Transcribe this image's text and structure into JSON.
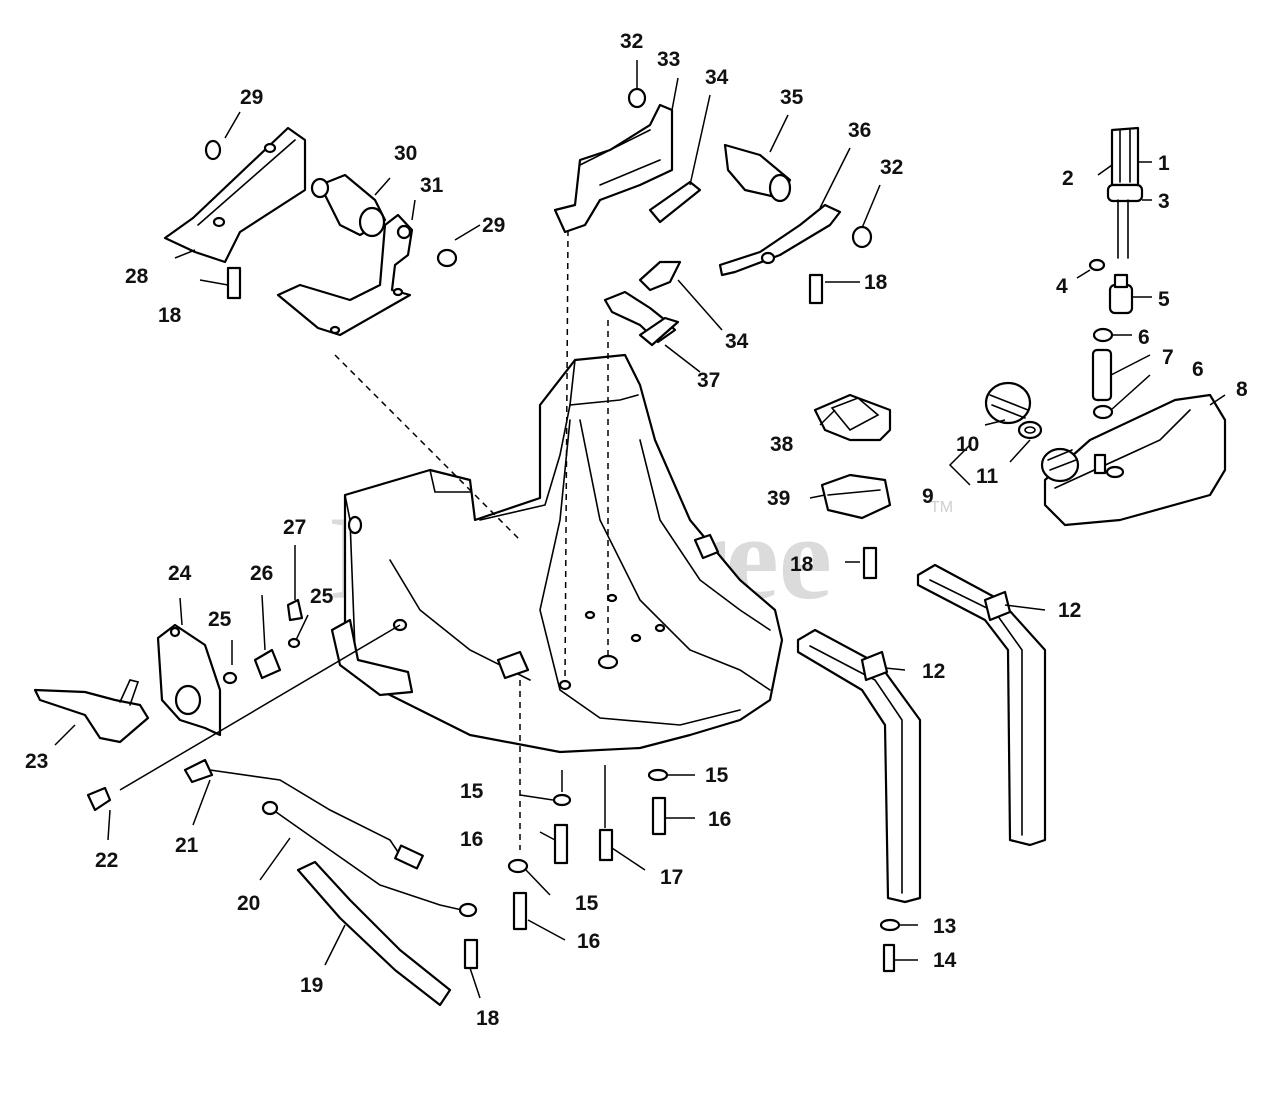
{
  "watermark": {
    "text": "PartsTree",
    "trademark": "TM"
  },
  "callouts": [
    {
      "id": "c1",
      "label": "1"
    },
    {
      "id": "c2",
      "label": "2"
    },
    {
      "id": "c3",
      "label": "3"
    },
    {
      "id": "c4",
      "label": "4"
    },
    {
      "id": "c5",
      "label": "5"
    },
    {
      "id": "c6a",
      "label": "6"
    },
    {
      "id": "c6b",
      "label": "6"
    },
    {
      "id": "c7",
      "label": "7"
    },
    {
      "id": "c8",
      "label": "8"
    },
    {
      "id": "c9",
      "label": "9"
    },
    {
      "id": "c10",
      "label": "10"
    },
    {
      "id": "c11",
      "label": "11"
    },
    {
      "id": "c12a",
      "label": "12"
    },
    {
      "id": "c12b",
      "label": "12"
    },
    {
      "id": "c13",
      "label": "13"
    },
    {
      "id": "c14",
      "label": "14"
    },
    {
      "id": "c15a",
      "label": "15"
    },
    {
      "id": "c15b",
      "label": "15"
    },
    {
      "id": "c15c",
      "label": "15"
    },
    {
      "id": "c16a",
      "label": "16"
    },
    {
      "id": "c16b",
      "label": "16"
    },
    {
      "id": "c16c",
      "label": "16"
    },
    {
      "id": "c17",
      "label": "17"
    },
    {
      "id": "c18a",
      "label": "18"
    },
    {
      "id": "c18b",
      "label": "18"
    },
    {
      "id": "c18c",
      "label": "18"
    },
    {
      "id": "c18d",
      "label": "18"
    },
    {
      "id": "c19",
      "label": "19"
    },
    {
      "id": "c20",
      "label": "20"
    },
    {
      "id": "c21",
      "label": "21"
    },
    {
      "id": "c22",
      "label": "22"
    },
    {
      "id": "c23",
      "label": "23"
    },
    {
      "id": "c24",
      "label": "24"
    },
    {
      "id": "c25a",
      "label": "25"
    },
    {
      "id": "c25b",
      "label": "25"
    },
    {
      "id": "c26",
      "label": "26"
    },
    {
      "id": "c27",
      "label": "27"
    },
    {
      "id": "c28",
      "label": "28"
    },
    {
      "id": "c29a",
      "label": "29"
    },
    {
      "id": "c29b",
      "label": "29"
    },
    {
      "id": "c30",
      "label": "30"
    },
    {
      "id": "c31",
      "label": "31"
    },
    {
      "id": "c32a",
      "label": "32"
    },
    {
      "id": "c32b",
      "label": "32"
    },
    {
      "id": "c33",
      "label": "33"
    },
    {
      "id": "c34a",
      "label": "34"
    },
    {
      "id": "c34b",
      "label": "34"
    },
    {
      "id": "c35",
      "label": "35"
    },
    {
      "id": "c36",
      "label": "36"
    },
    {
      "id": "c37",
      "label": "37"
    },
    {
      "id": "c38",
      "label": "38"
    },
    {
      "id": "c39",
      "label": "39"
    }
  ]
}
